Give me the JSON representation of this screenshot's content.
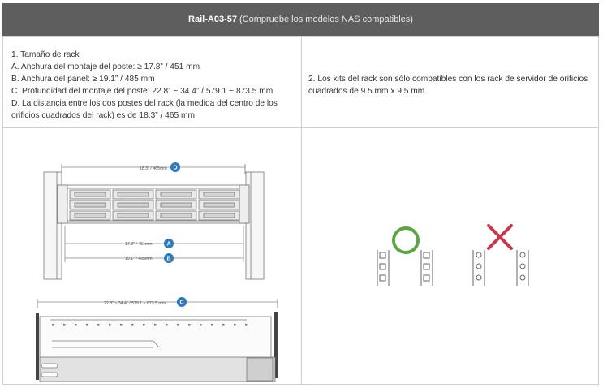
{
  "header": {
    "model": "Rail-A03-57",
    "subtitle": "(Compruebe los modelos NAS compatibles)"
  },
  "cell1": {
    "lines": [
      "1. Tamaño de rack",
      "A. Anchura del montaje del poste: ≥ 17.8” / 451 mm",
      "B. Anchura del panel: ≥ 19.1” / 485 mm",
      "C. Profundidad del montaje del poste: 22.8” ~ 34.4” / 579.1 ~ 873.5 mm",
      "D. La distancia entre los dos postes del rack (la medida del centro de los orificios cuadrados del rack) es de 18.3” / 465 mm"
    ]
  },
  "cell2": {
    "text": "2. Los kits del rack son sólo compatibles con los rack de servidor de orificios cuadrados de 9.5 mm x 9.5 mm."
  },
  "diagram": {
    "dim_d": "18.3\" / 465mm",
    "dim_a": "17.8\" / 451mm",
    "dim_b": "19.1\" / 485mm",
    "dim_c": "22.8\" ~ 34.4\" / 579.1 ~ 873.5 mm",
    "badge_a": "A",
    "badge_b": "B",
    "badge_c": "C",
    "badge_d": "D",
    "colors": {
      "badge": "#2e78bd",
      "ok": "#5aa645",
      "bad": "#c9384a"
    }
  }
}
